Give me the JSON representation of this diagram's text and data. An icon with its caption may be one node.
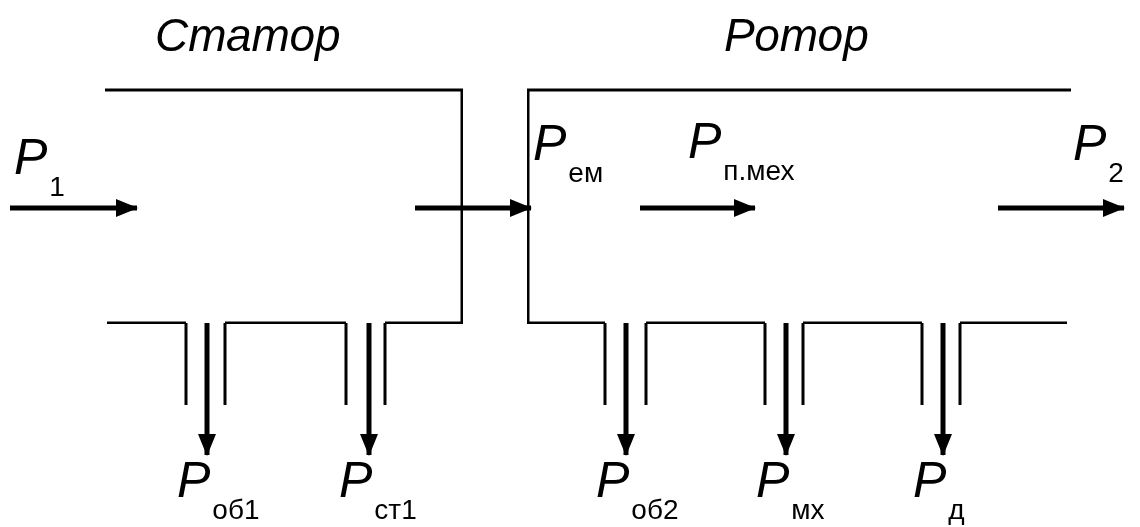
{
  "diagram": {
    "nodes": [
      {
        "text": [
          "Статор"
        ]
      },
      {
        "text": [
          "Ротор"
        ]
      },
      {
        "text": [
          "P$_{об1}$"
        ]
      },
      {
        "text": [
          "P$_{ст1}$"
        ]
      },
      {
        "text": [
          "P$_{об2}$"
        ]
      },
      {
        "text": [
          "P$_{мх}$"
        ]
      },
      {
        "text": [
          "P$_{д}$"
        ]
      }
    ],
    "edges": [
      {
        "from": null,
        "to": 0,
        "arrow": "to",
        "label": "P$_{1}$"
      },
      {
        "from": 0,
        "to": 1,
        "arrow": "to",
        "label": "P$_{ем}$"
      },
      {
        "from": null,
        "to": 1,
        "arrow": "to",
        "label": "P$_{п.мех}$"
      },
      {
        "from": 1,
        "to": null,
        "arrow": "to",
        "label": "P$_{2}$"
      },
      {
        "from": 0,
        "to": 2,
        "arrow": "to"
      },
      {
        "from": 0,
        "to": 3,
        "arrow": "to"
      },
      {
        "from": 1,
        "to": 4,
        "arrow": "to"
      },
      {
        "from": 1,
        "to": 5,
        "arrow": "to"
      },
      {
        "from": 1,
        "to": 6,
        "arrow": "to"
      }
    ]
  }
}
